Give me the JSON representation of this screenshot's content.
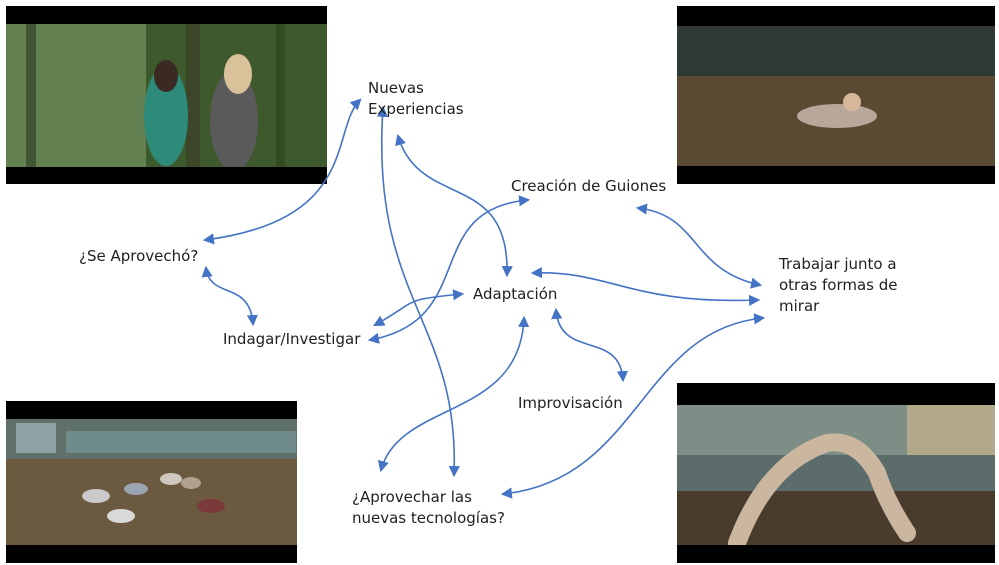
{
  "nodes": {
    "nuevas_experiencias": [
      "Nuevas",
      "Experiencias"
    ],
    "creacion_guiones": "Creación de Guiones",
    "se_aprovecho": "¿Se Aprovechó?",
    "adaptacion": "Adaptación",
    "trabajar_junto": [
      "Trabajar junto a",
      "otras formas de",
      "mirar"
    ],
    "indagar": "Indagar/Investigar",
    "improvisacion": "Improvisación",
    "aprovechar_tecnologias": [
      "¿Aprovechar las",
      "nuevas tecnologías?"
    ]
  },
  "photos": {
    "top_left": "two-dancers-forest-photo",
    "top_right": "dancer-on-leaves-photo",
    "bottom_left": "group-crawling-leaves-photo",
    "bottom_right": "dancer-backbend-photo"
  },
  "colors": {
    "arrow": "#4472c4",
    "text": "#1f1f1f"
  }
}
